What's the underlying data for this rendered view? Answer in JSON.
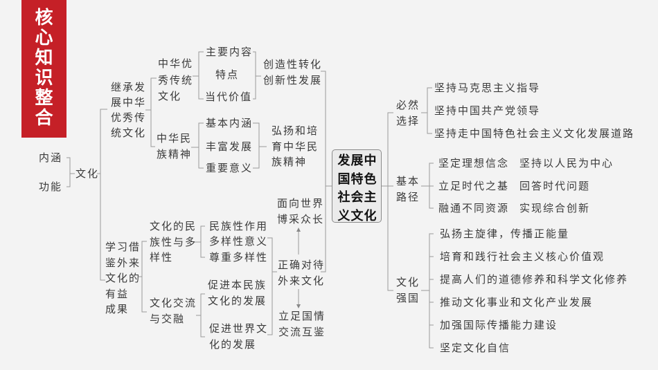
{
  "banner": {
    "title": "核\n心\n知\n识\n整\n合",
    "color": "#c52027"
  },
  "left": {
    "neihan": "内涵",
    "gongneng": "功能",
    "wenhua": "文化",
    "inherit": {
      "label": "继承发\n展中华\n优秀传\n统文化",
      "trad": {
        "label": "中华优\n秀传统\n文化",
        "items": [
          "主要内容",
          "特点",
          "当代价值"
        ],
        "result": "创造性转化\n创新性发展"
      },
      "spirit": {
        "label": "中华民\n族精神",
        "items": [
          "基本内涵",
          "丰富发展",
          "重要意义"
        ],
        "result": "弘扬和培\n育中华民\n族精神"
      }
    },
    "learn": {
      "label": "学习借\n鉴外来\n文化的\n有益\n成果",
      "diversity": {
        "label": "文化的民\n族性与多\n样性",
        "items": [
          "民族性作用",
          "多样性意义",
          "尊重多样性"
        ]
      },
      "exchange": {
        "label": "文化交流\n与交融",
        "items": [
          "促进本民族\n文化的发展",
          "促进世界文\n化的发展"
        ]
      },
      "treat": "正确对待\n外来文化",
      "world": "面向世界\n博采众长",
      "local": "立足国情\n交流互鉴"
    }
  },
  "center": "发展中\n国特色\n社会主\n义文化",
  "right": {
    "necessity": {
      "label": "必然\n选择",
      "items": [
        "坚持马克思主义指导",
        "坚持中国共产党领导",
        "坚持走中国特色社会主义文化发展道路"
      ]
    },
    "path": {
      "label": "基本\n路径",
      "items": [
        [
          "坚定理想信念",
          "坚持以人民为中心"
        ],
        [
          "立足时代之基",
          "回答时代问题"
        ],
        [
          "融通不同资源",
          "实现综合创新"
        ]
      ]
    },
    "power": {
      "label": "文化\n强国",
      "items": [
        "弘扬主旋律，传播正能量",
        "培育和践行社会主义核心价值观",
        "提高人们的道德修养和科学文化修养",
        "推动文化事业和文化产业发展",
        "加强国际传播能力建设",
        "坚定文化自信"
      ]
    }
  }
}
